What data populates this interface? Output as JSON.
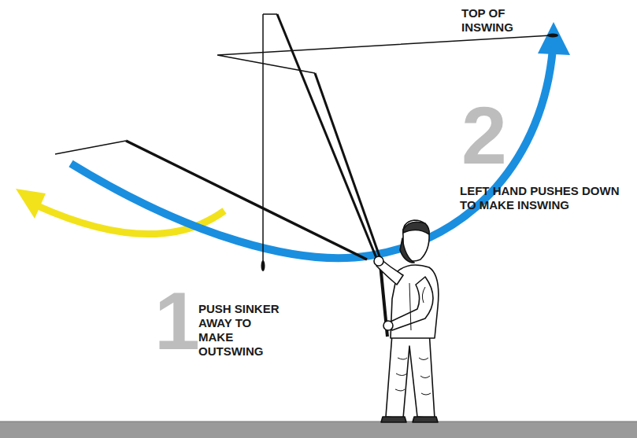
{
  "diagram": {
    "labels": [
      "TOP OF INSWING",
      "2",
      "LEFT HAND PUSHES DOWN TO MAKE INSWING",
      "1",
      "PUSH SINKER AWAY TO MAKE OUTSWING"
    ]
  }
}
